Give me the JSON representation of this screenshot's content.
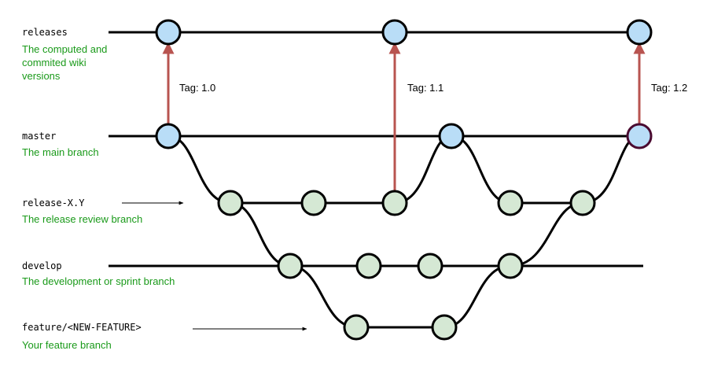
{
  "colors": {
    "line": "#000000",
    "description_text": "#1a9a1a",
    "tag_arrow": "#b85450",
    "main_commit_fill": "#b9ddf7",
    "work_commit_fill": "#d5e8d4",
    "highlight_stroke": "#4a0a30"
  },
  "branches": [
    {
      "id": "releases",
      "name": "releases",
      "description": [
        "The computed and",
        "commited wiki",
        "versions"
      ]
    },
    {
      "id": "master",
      "name": "master",
      "description": [
        "The main branch"
      ]
    },
    {
      "id": "release",
      "name": "release-X.Y",
      "description": [
        "The release review branch"
      ]
    },
    {
      "id": "develop",
      "name": "develop",
      "description": [
        "The development or sprint branch"
      ]
    },
    {
      "id": "feature",
      "name": "feature/<NEW-FEATURE>",
      "description": [
        "Your feature branch"
      ]
    }
  ],
  "tags": [
    {
      "label": "Tag: 1.0"
    },
    {
      "label": "Tag: 1.1"
    },
    {
      "label": "Tag: 1.2"
    }
  ]
}
